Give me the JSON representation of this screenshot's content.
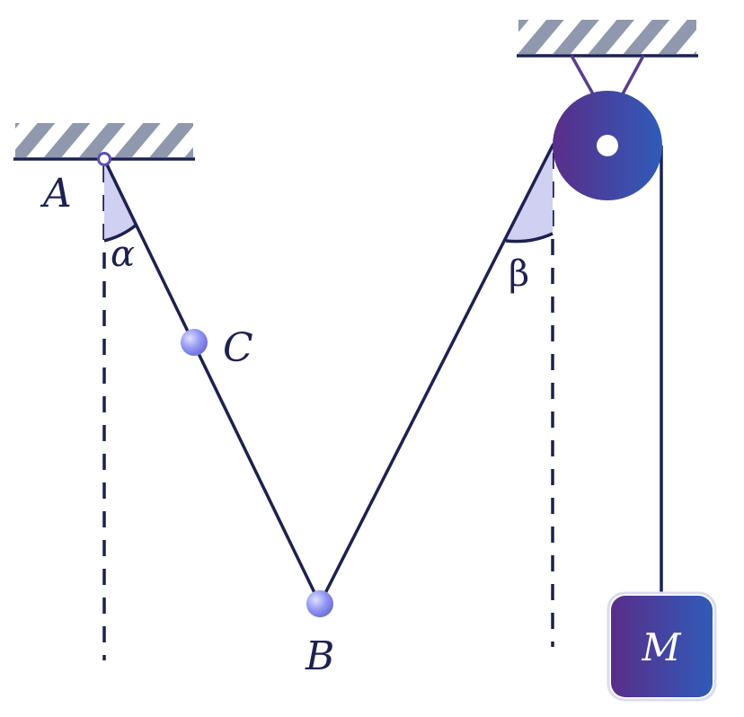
{
  "labels": {
    "point_a": "A",
    "point_b": "B",
    "point_c": "C",
    "angle_alpha": "α",
    "angle_beta": "β",
    "mass": "M"
  },
  "colors": {
    "line": "#1c2150",
    "hatch": "#8f98ad",
    "angle_fill": "#cfd0f2",
    "bead": "#8a8ef0",
    "pulley_start": "#5a2d8a",
    "pulley_end": "#2f5bb8"
  }
}
